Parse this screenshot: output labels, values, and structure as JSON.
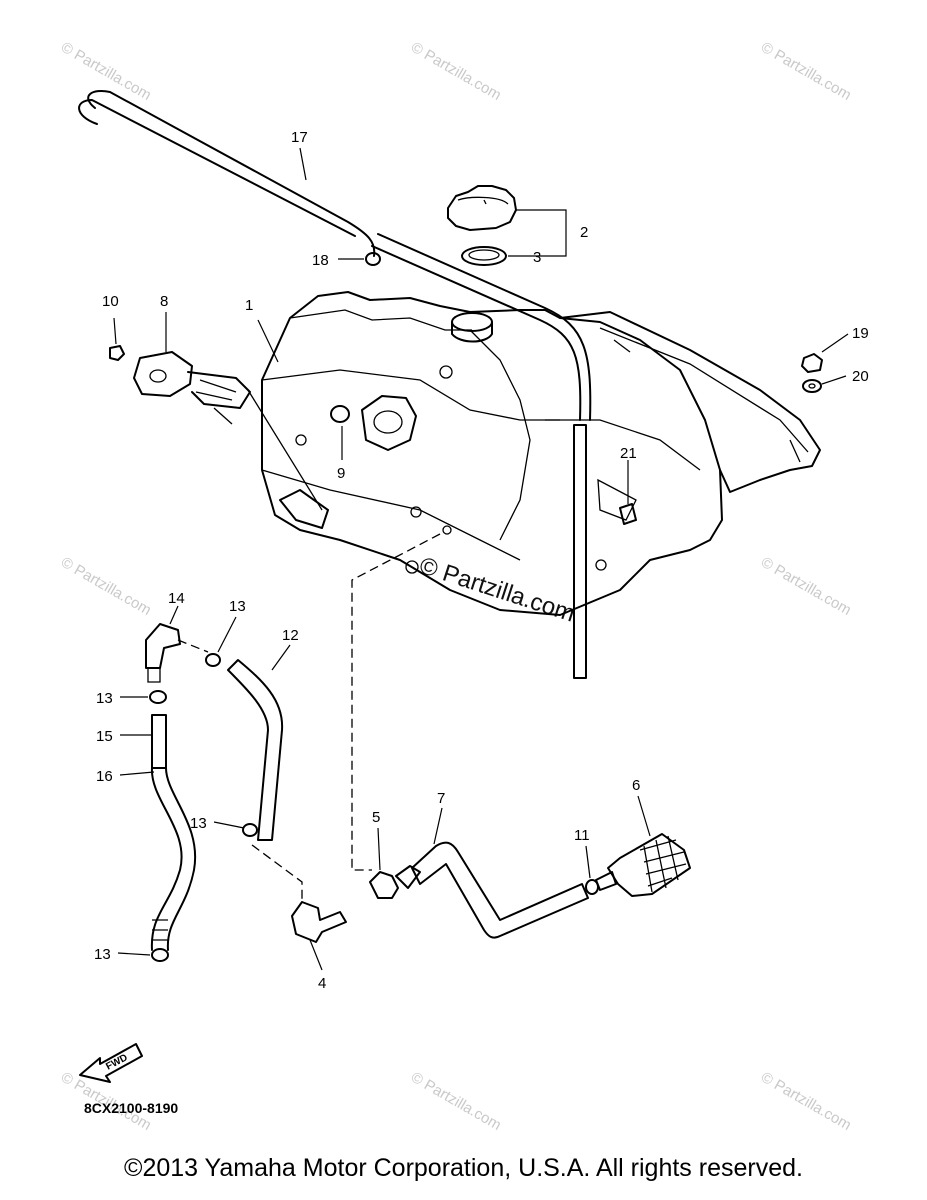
{
  "diagram": {
    "callouts": [
      "1",
      "2",
      "3",
      "4",
      "5",
      "6",
      "7",
      "8",
      "9",
      "10",
      "11",
      "12",
      "13",
      "14",
      "15",
      "16",
      "17",
      "18",
      "19",
      "20",
      "21"
    ],
    "fwd_label": "FWD",
    "diagram_code": "8CX2100-8190",
    "watermark_small": "© Partzilla.com",
    "watermark_center": "© Partzilla.com"
  },
  "footer": {
    "copyright": "©2013 Yamaha Motor Corporation, U.S.A. All rights reserved."
  }
}
